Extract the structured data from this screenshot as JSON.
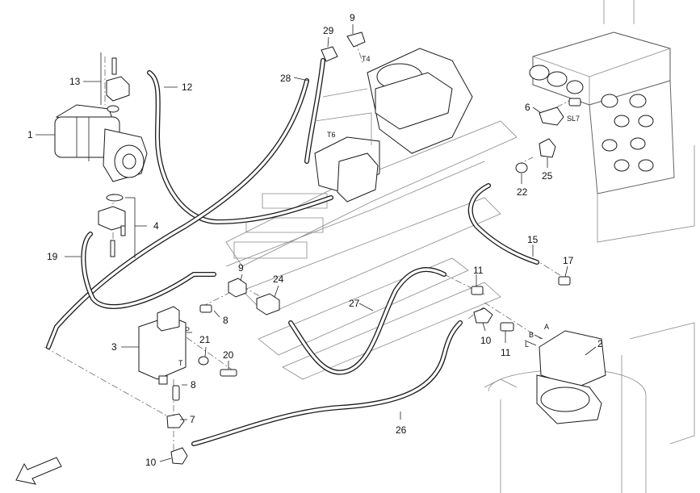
{
  "diagram": {
    "callouts": [
      {
        "id": "c1",
        "text": "1"
      },
      {
        "id": "c13",
        "text": "13"
      },
      {
        "id": "c12",
        "text": "12"
      },
      {
        "id": "c29",
        "text": "29"
      },
      {
        "id": "c9a",
        "text": "9"
      },
      {
        "id": "c28",
        "text": "28"
      },
      {
        "id": "c4",
        "text": "4"
      },
      {
        "id": "c19",
        "text": "19"
      },
      {
        "id": "c3",
        "text": "3"
      },
      {
        "id": "c8a",
        "text": "8"
      },
      {
        "id": "c9b",
        "text": "9"
      },
      {
        "id": "c24",
        "text": "24"
      },
      {
        "id": "c21",
        "text": "21"
      },
      {
        "id": "c20",
        "text": "20"
      },
      {
        "id": "c8b",
        "text": "8"
      },
      {
        "id": "c7",
        "text": "7"
      },
      {
        "id": "c10a",
        "text": "10"
      },
      {
        "id": "c27",
        "text": "27"
      },
      {
        "id": "c26",
        "text": "26"
      },
      {
        "id": "c11a",
        "text": "11"
      },
      {
        "id": "c10b",
        "text": "10"
      },
      {
        "id": "c11b",
        "text": "11"
      },
      {
        "id": "c2",
        "text": "2"
      },
      {
        "id": "c6",
        "text": "6"
      },
      {
        "id": "c25",
        "text": "25"
      },
      {
        "id": "c22",
        "text": "22"
      },
      {
        "id": "c15",
        "text": "15"
      },
      {
        "id": "c17",
        "text": "17"
      }
    ],
    "port_labels": {
      "t4": "T4",
      "t6": "T6",
      "sl7": "SL7",
      "p": "P",
      "t": "T",
      "a": "A",
      "b": "B",
      "l": "L"
    }
  }
}
